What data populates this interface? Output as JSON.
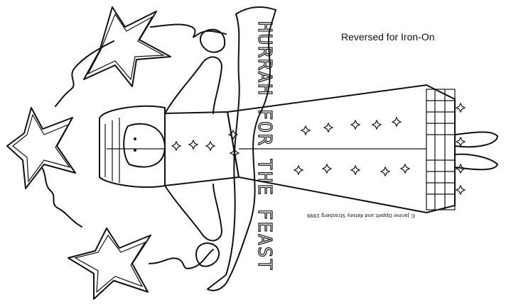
{
  "caption": "Reversed for Iron-On",
  "banner_text": "HURRAH FOR THE FEAST",
  "copyright": "© Janine Oppelt and Kelsey Strasberg 1999"
}
